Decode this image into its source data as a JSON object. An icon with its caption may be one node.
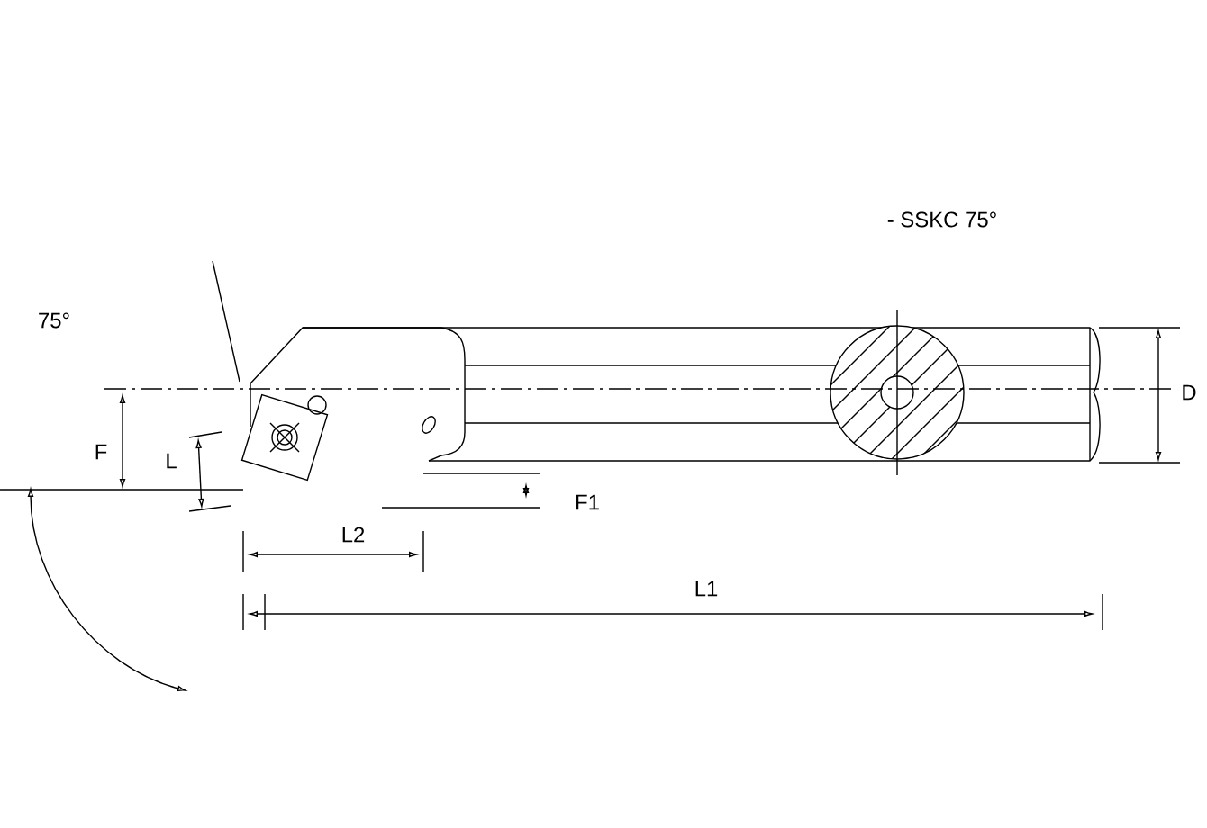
{
  "diagram": {
    "labels": [
      "- SSKC 75°",
      "75°",
      "D",
      "F",
      "L",
      "F1",
      "L2",
      "L1"
    ]
  }
}
